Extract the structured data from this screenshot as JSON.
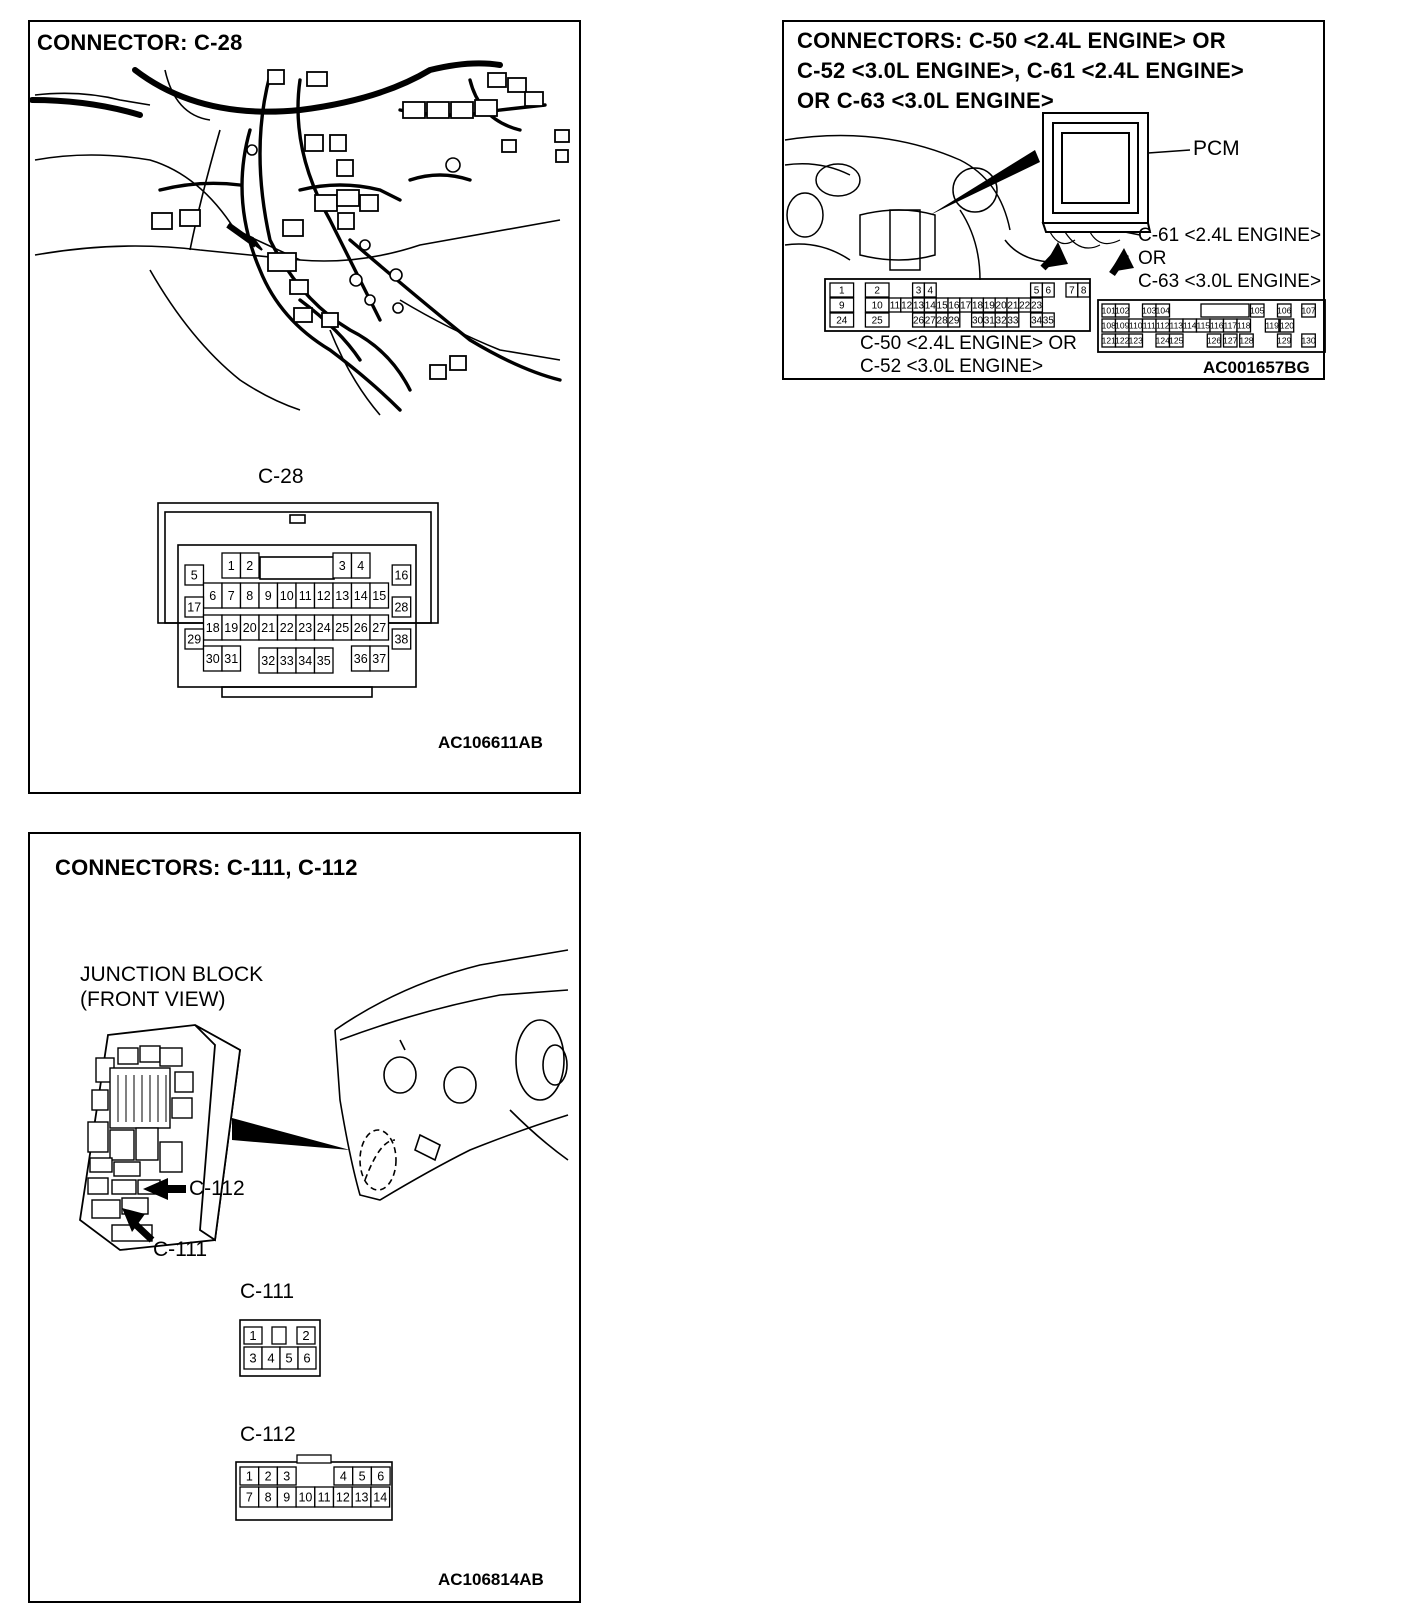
{
  "panels": {
    "c28": {
      "title": "CONNECTOR: C-28",
      "connector_label": "C-28",
      "ref_code": "AC106611AB",
      "pins": [
        "1",
        "2",
        "3",
        "4",
        "5",
        "6",
        "7",
        "8",
        "9",
        "10",
        "11",
        "12",
        "13",
        "14",
        "15",
        "16",
        "17",
        "18",
        "19",
        "20",
        "21",
        "22",
        "23",
        "24",
        "25",
        "26",
        "27",
        "28",
        "29",
        "30",
        "31",
        "32",
        "33",
        "34",
        "35",
        "36",
        "37",
        "38"
      ]
    },
    "pcm": {
      "title_lines": [
        "CONNECTORS: C-50 <2.4L ENGINE> OR",
        "C-52 <3.0L ENGINE>, C-61 <2.4L ENGINE>",
        "OR C-63 <3.0L ENGINE>"
      ],
      "pcm_label": "PCM",
      "c61_label": "C-61 <2.4L ENGINE>",
      "or_label": "OR",
      "c63_label": "C-63 <3.0L ENGINE>",
      "c50_label_1": "C-50 <2.4L ENGINE> OR",
      "c50_label_2": "C-52 <3.0L ENGINE>",
      "ref_code": "AC001657BG",
      "left_pins": [
        "1",
        "2",
        "3",
        "4",
        "5",
        "6",
        "7",
        "8",
        "9",
        "10",
        "11",
        "12",
        "13",
        "14",
        "15",
        "16",
        "17",
        "18",
        "19",
        "20",
        "21",
        "22",
        "23",
        "24",
        "25",
        "26",
        "27",
        "28",
        "29",
        "30",
        "31",
        "32",
        "33",
        "34",
        "35"
      ],
      "right_pins": [
        "101",
        "102",
        "103",
        "104",
        "105",
        "106",
        "107",
        "108",
        "109",
        "110",
        "111",
        "112",
        "113",
        "114",
        "115",
        "116",
        "117",
        "118",
        "119",
        "120",
        "121",
        "122",
        "123",
        "124",
        "125",
        "126",
        "127",
        "128",
        "129",
        "130"
      ]
    },
    "c111": {
      "title": "CONNECTORS: C-111, C-112",
      "jb_label_1": "JUNCTION BLOCK",
      "jb_label_2": "(FRONT VIEW)",
      "c112_callout": "C-112",
      "c111_callout": "C-111",
      "c111_label": "C-111",
      "c112_label": "C-112",
      "ref_code": "AC106814AB",
      "c111_pins": [
        "1",
        "2",
        "3",
        "4",
        "5",
        "6"
      ],
      "c112_pins": [
        "1",
        "2",
        "3",
        "4",
        "5",
        "6",
        "7",
        "8",
        "9",
        "10",
        "11",
        "12",
        "13",
        "14"
      ]
    }
  }
}
